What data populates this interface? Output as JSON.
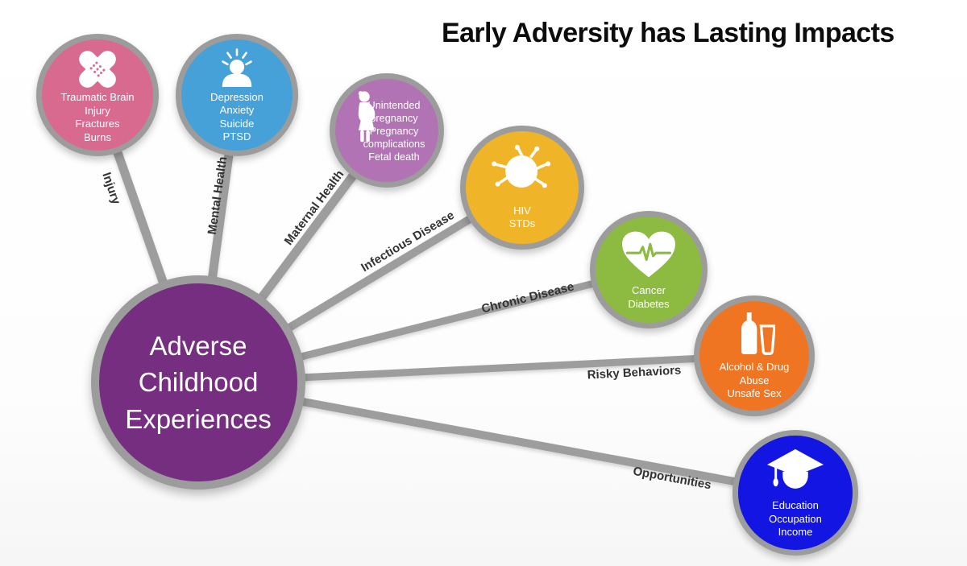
{
  "title": "Early Adversity has Lasting Impacts",
  "line_color": "#9d9d9d",
  "ring_color": "#9c9c9c",
  "label_color": "#333333",
  "center_node": {
    "color": "#762f80",
    "text_color": "#ffffff",
    "lines": [
      "Adverse",
      "Childhood",
      "Experiences"
    ]
  },
  "nodes": [
    {
      "id": "injury",
      "connector_label": "Injury",
      "color": "#d96a8f",
      "icon": "bandage-icon",
      "lines": [
        "Traumatic Brain",
        "Injury",
        "Fractures",
        "Burns"
      ]
    },
    {
      "id": "mental-health",
      "connector_label": "Mental Health",
      "color": "#45a1d8",
      "icon": "person-rays-icon",
      "lines": [
        "Depression",
        "Anxiety",
        "Suicide",
        "PTSD"
      ]
    },
    {
      "id": "maternal-health",
      "connector_label": "Maternal Health",
      "color": "#b173b3",
      "icon": "pregnant-woman-icon",
      "lines": [
        "Unintended",
        "pregnancy",
        "Pregnancy",
        "complications",
        "Fetal death"
      ]
    },
    {
      "id": "infectious-disease",
      "connector_label": "Infectious Disease",
      "color": "#f0b429",
      "icon": "virus-icon",
      "lines": [
        "HIV",
        "STDs"
      ]
    },
    {
      "id": "chronic-disease",
      "connector_label": "Chronic Disease",
      "color": "#8dba40",
      "icon": "heart-ekg-icon",
      "lines": [
        "Cancer",
        "Diabetes"
      ]
    },
    {
      "id": "risky-behaviors",
      "connector_label": "Risky Behaviors",
      "color": "#ef7522",
      "icon": "bottle-glass-icon",
      "lines": [
        "Alcohol & Drug",
        "Abuse",
        "Unsafe Sex"
      ]
    },
    {
      "id": "opportunities",
      "connector_label": "Opportunities",
      "color": "#1315e2",
      "icon": "graduation-cap-icon",
      "lines": [
        "Education",
        "Occupation",
        "Income"
      ]
    }
  ]
}
